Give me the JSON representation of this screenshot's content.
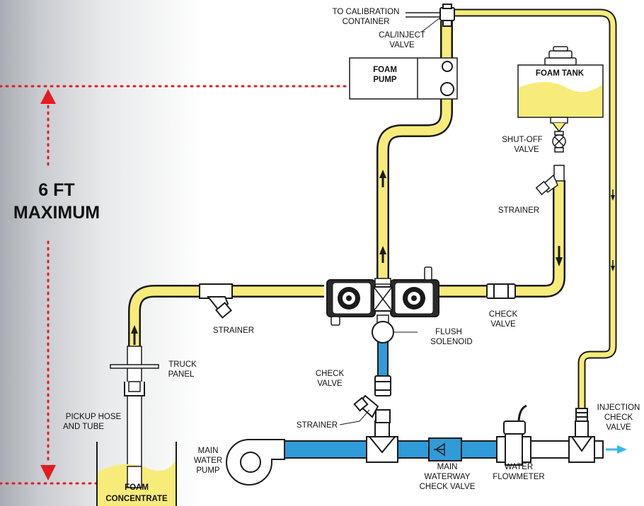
{
  "height_label": {
    "line1": "6 FT",
    "line2": "MAXIMUM"
  },
  "labels": {
    "to_calibration": {
      "line1": "TO CALIBRATION",
      "line2": "CONTAINER"
    },
    "cal_inject": {
      "line1": "CAL/INJECT",
      "line2": "VALVE"
    },
    "foam_pump": {
      "line1": "FOAM",
      "line2": "PUMP"
    },
    "foam_tank": "FOAM TANK",
    "shutoff": {
      "line1": "SHUT-OFF",
      "line2": "VALVE"
    },
    "strainer_tank": "STRAINER",
    "strainer_left": "STRAINER",
    "check_valve_right": {
      "line1": "CHECK",
      "line2": "VALVE"
    },
    "flush_solenoid": {
      "line1": "FLUSH",
      "line2": "SOLENOID"
    },
    "truck_panel": {
      "line1": "TRUCK",
      "line2": "PANEL"
    },
    "check_valve_blue": {
      "line1": "CHECK",
      "line2": "VALVE"
    },
    "pickup_hose": {
      "line1": "PICKUP HOSE",
      "line2": "AND TUBE"
    },
    "strainer_blue": "STRAINER",
    "main_water_pump": {
      "line1": "MAIN",
      "line2": "WATER",
      "line3": "PUMP"
    },
    "waterway_check": {
      "line1": "MAIN",
      "line2": "WATERWAY",
      "line3": "CHECK VALVE"
    },
    "flowmeter": {
      "line1": "WATER",
      "line2": "FLOWMETER"
    },
    "injection_check": {
      "line1": "INJECTION",
      "line2": "CHECK",
      "line3": "VALVE"
    },
    "foam_concentrate": {
      "line1": "FOAM",
      "line2": "CONCENTRATE"
    }
  },
  "colors": {
    "foam_line": "#f7ec7a",
    "water_line": "#2f9bd8",
    "measure_red": "#e31b23",
    "flow_arrow": "#39b6e8"
  }
}
